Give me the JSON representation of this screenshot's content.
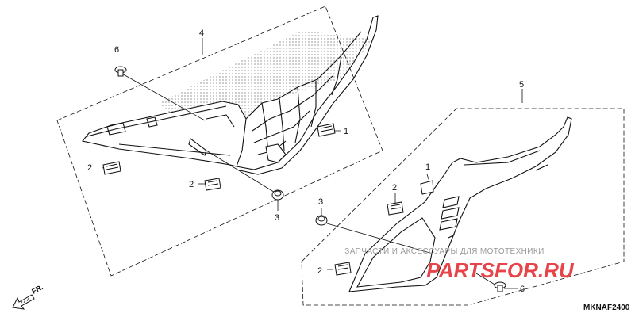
{
  "callouts": {
    "c4": "4",
    "c6a": "6",
    "c1a": "1",
    "c2a": "2",
    "c2b": "2",
    "c3a": "3",
    "c5": "5",
    "c1b": "1",
    "c2c": "2",
    "c3b": "3",
    "c2d": "2",
    "c6b": "6"
  },
  "direction_label": "FR.",
  "diagram_code": "MKNAF2400",
  "watermark": {
    "tagline": "ЗАПЧАСТИ И АКСЕССУАРЫ ДЛЯ МОТОТЕХНИКИ",
    "brand": "PARTSFOR.RU"
  },
  "colors": {
    "line": "#111111",
    "watermark_red": "#e2242a",
    "watermark_gray": "#9a9a9a"
  }
}
